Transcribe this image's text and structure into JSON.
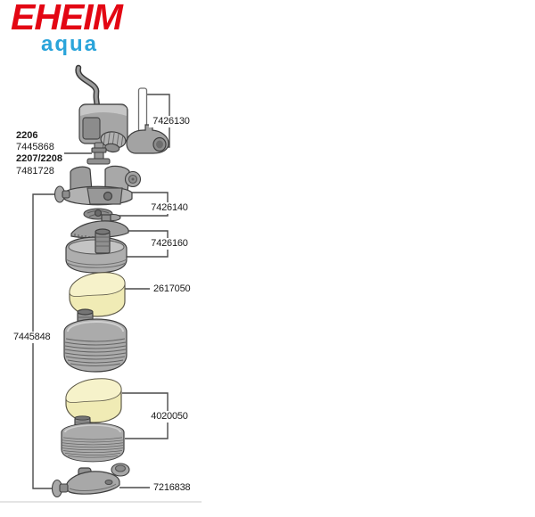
{
  "logo": {
    "brand": "EHEIM",
    "sub": "aqua"
  },
  "colors": {
    "brand_red": "#e30613",
    "brand_blue": "#2aa4da",
    "part_gray": "#a8a8a8",
    "foam_yellow": "#f0ebb5",
    "leader_line": "#4a4a4a"
  },
  "parts": {
    "outlet_kit": {
      "number": "7426130"
    },
    "impeller_variants": {
      "rows": [
        {
          "model": "2206",
          "number": "7445868"
        },
        {
          "model": "2207/2208",
          "number": "7481728"
        }
      ]
    },
    "pump_housing": {
      "number": "7426140"
    },
    "intake_set": {
      "number": "7426160"
    },
    "filter_foam": {
      "number": "2617050"
    },
    "suction_cup_set": {
      "number": "7445848"
    },
    "foam_cartridge": {
      "number": "4020050"
    },
    "base_plate": {
      "number": "7216838"
    }
  }
}
